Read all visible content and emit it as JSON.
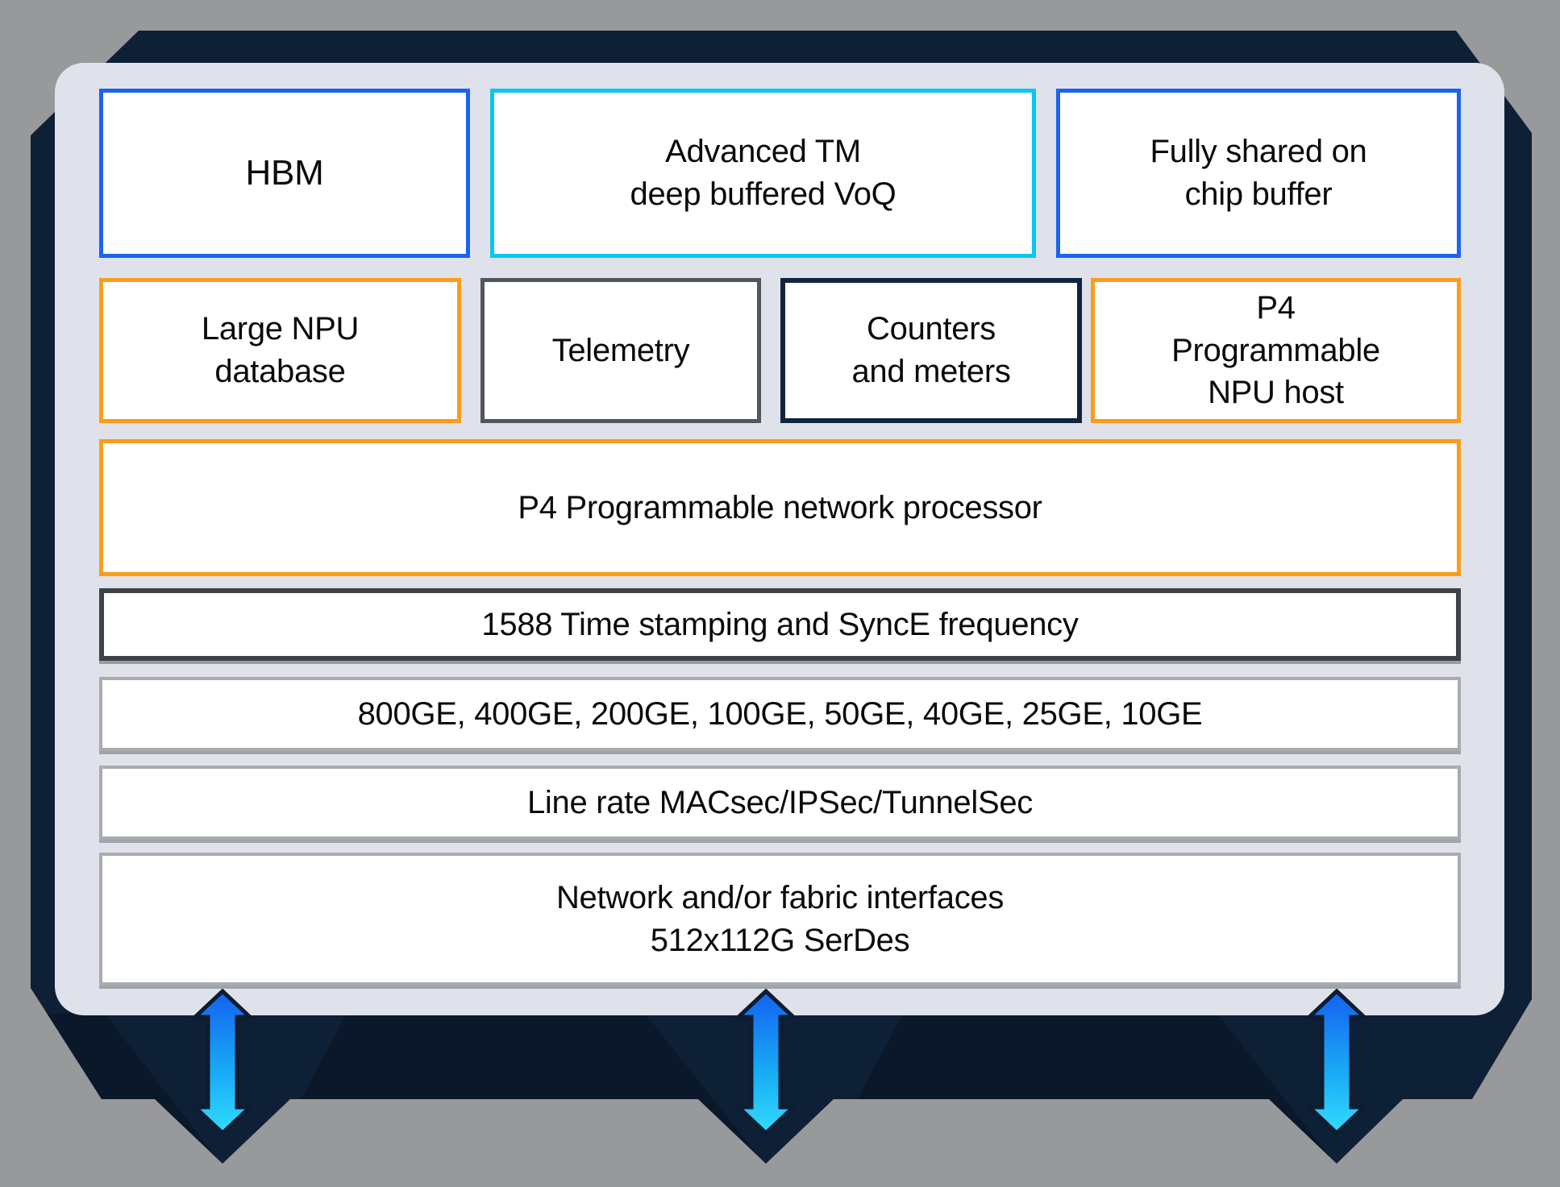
{
  "colors": {
    "background": "#98999B",
    "chip_body": "#0E2036",
    "chip_body_shade": "#06101D",
    "panel": "#DFE2EA",
    "box_fill": "#FFFFFF",
    "text": "#0A0A0B",
    "blue_border": "#1B63F0",
    "cyan_border": "#0BC5F2",
    "orange_border": "#FA9D1A",
    "navy_border": "#10243F",
    "charcoal_border": "#3F4246",
    "gray_border": "#53565A",
    "light_gray_border": "#A9ABAE",
    "arrow_gradient_top": "#1461F0",
    "arrow_gradient_mid": "#18A8F5",
    "arrow_gradient_bottom": "#31DCFD",
    "arrow_outline": "#0C1D31"
  },
  "blocks": [
    {
      "id": "hbm",
      "label": "HBM",
      "border_color": "#1B63F0"
    },
    {
      "id": "advanced-tm",
      "label": "Advanced TM\ndeep buffered VoQ",
      "border_color": "#0BC5F2"
    },
    {
      "id": "fully-shared-buffer",
      "label": "Fully shared on\nchip buffer",
      "border_color": "#1B63F0"
    },
    {
      "id": "large-npu-database",
      "label": "Large NPU\ndatabase",
      "border_color": "#FA9D1A"
    },
    {
      "id": "telemetry",
      "label": "Telemetry",
      "border_color": "#53565A"
    },
    {
      "id": "counters-meters",
      "label": "Counters\nand meters",
      "border_color": "#10243F"
    },
    {
      "id": "p4-npu-host",
      "label": "P4\nProgrammable\nNPU host",
      "border_color": "#FA9D1A"
    },
    {
      "id": "p4-network-processor",
      "label": "P4 Programmable network processor",
      "border_color": "#FA9D1A"
    },
    {
      "id": "1588-synce",
      "label": "1588 Time stamping and SyncE frequency",
      "border_color": "#3F4246"
    },
    {
      "id": "ethernet-speeds",
      "label": "800GE, 400GE, 200GE, 100GE, 50GE, 40GE, 25GE, 10GE",
      "border_color": "#A9ABAE"
    },
    {
      "id": "line-rate-security",
      "label": "Line rate MACsec/IPSec/TunnelSec",
      "border_color": "#A9ABAE"
    },
    {
      "id": "network-fabric-interfaces",
      "label": "Network and/or fabric interfaces\n512x112G SerDes",
      "border_color": "#A9ABAE"
    }
  ],
  "io_arrows": {
    "count": 3,
    "type": "bidirectional-vertical"
  }
}
